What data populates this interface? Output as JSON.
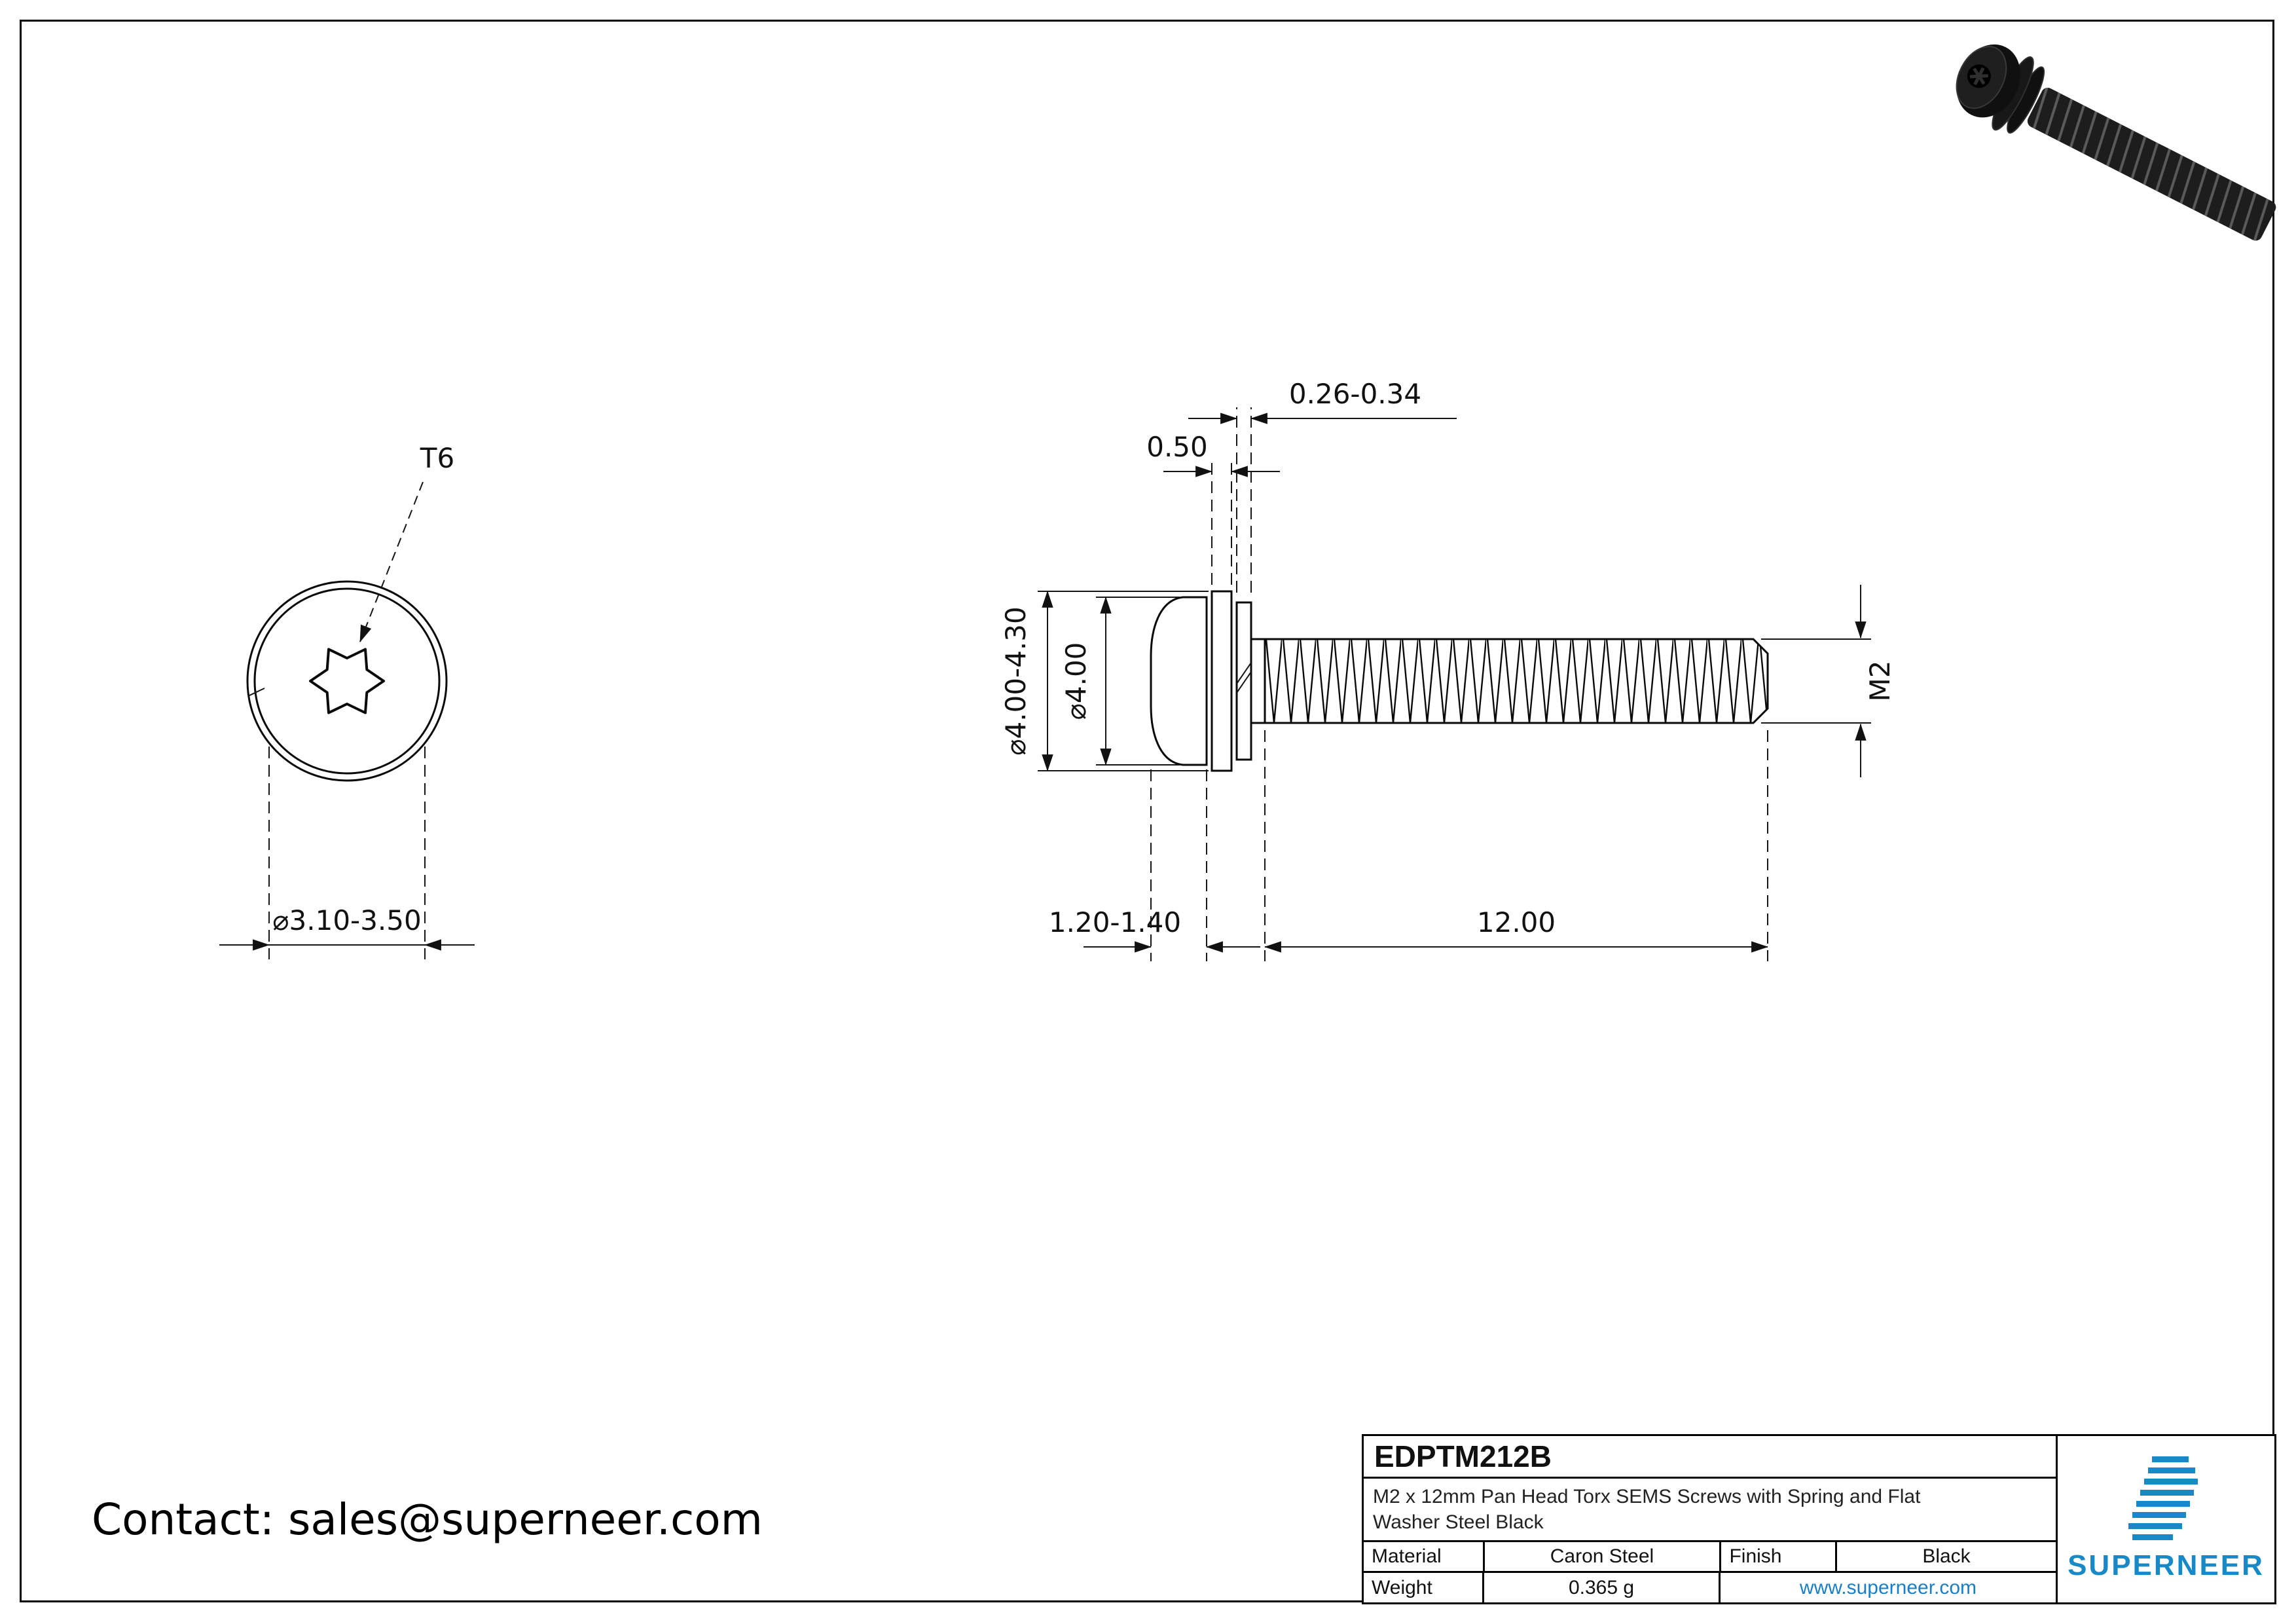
{
  "page": {
    "contact": "Contact: sales@superneer.com"
  },
  "front_view": {
    "torx_label": "T6",
    "diameter_label": "⌀3.10-3.50"
  },
  "side_view": {
    "spring_washer_thickness": "0.26-0.34",
    "flat_washer_thickness": "0.50",
    "washer_diameter": "⌀4.00-4.30",
    "head_diameter": "⌀4.00",
    "head_height": "1.20-1.40",
    "thread_length": "12.00",
    "thread_size": "M2"
  },
  "title_block": {
    "part_number": "EDPTM212B",
    "description": "M2 x 12mm Pan Head Torx SEMS Screws with Spring and Flat Washer Steel Black",
    "material_label": "Material",
    "material_value": "Caron Steel",
    "finish_label": "Finish",
    "finish_value": "Black",
    "weight_label": "Weight",
    "weight_value": "0.365 g",
    "website": "www.superneer.com",
    "brand": "SUPERNEER",
    "brand_color": "#1789c7",
    "link_color": "#1a7ec6",
    "line_color": "#0a0a0a"
  }
}
